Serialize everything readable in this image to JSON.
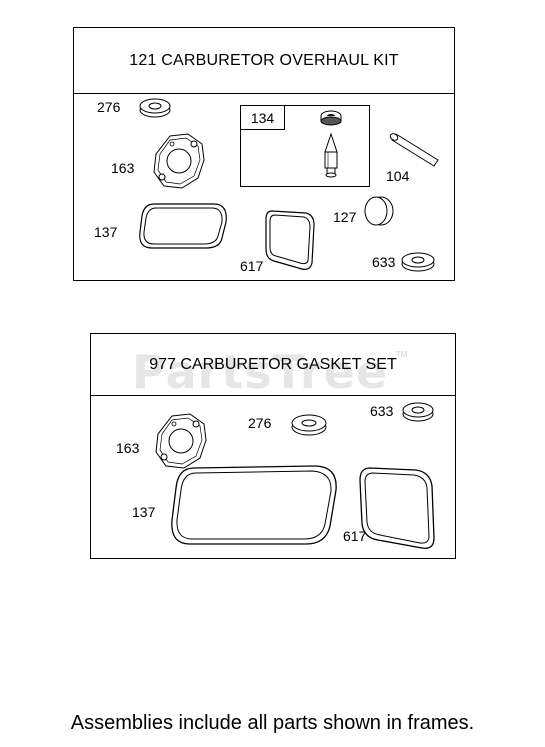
{
  "kit1": {
    "title": "121 CARBURETOR OVERHAUL KIT",
    "subkit_label": "134",
    "callouts": {
      "p276": "276",
      "p163": "163",
      "p137": "137",
      "p617": "617",
      "p127": "127",
      "p104": "104",
      "p633": "633"
    }
  },
  "kit2": {
    "title": "977 CARBURETOR GASKET SET",
    "callouts": {
      "p163": "163",
      "p276": "276",
      "p633": "633",
      "p137": "137",
      "p617": "617"
    }
  },
  "watermark": {
    "text": "PartsTree",
    "tm": "TM"
  },
  "footer": {
    "note": "Assemblies include all parts shown in frames."
  },
  "colors": {
    "line": "#000000",
    "watermark": "#e6e6e6"
  }
}
